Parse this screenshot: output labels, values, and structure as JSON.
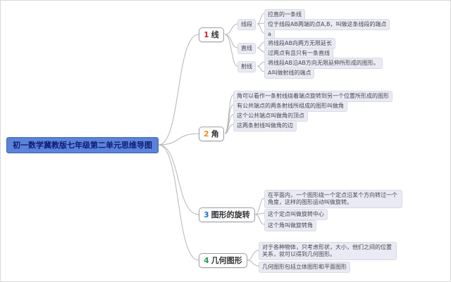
{
  "title": "初一数学冀教版七年级第二单元思维导图",
  "colors": {
    "root_bg": "#5b84d8",
    "root_text": "#101a7a",
    "connector": "#b5b5b5"
  },
  "branches": [
    {
      "number": "1",
      "label": "线",
      "color": "#d8262c",
      "subs": [
        {
          "label": "线段",
          "leaves": [
            "拉直的一条线",
            "位于线段AB两端的点A,B，叫做这条线段的端点",
            "a"
          ]
        },
        {
          "label": "直线",
          "leaves": [
            "将线段AB向两方无限延长",
            "过两点有且只有一条直线"
          ]
        },
        {
          "label": "射线",
          "leaves": [
            "将线段AB沿AB方向无限延伸所形成的图形。",
            "A叫做射线的端点"
          ]
        }
      ]
    },
    {
      "number": "2",
      "label": "角",
      "color": "#f08c1e",
      "leaves": [
        "角可以看作一条射线绕着端点旋转到另一个位置所形成的图形",
        "有公共端点的两条射线所组成的图形叫做角",
        "这个公共端点叫做角的顶点",
        "这两条射线叫做角的边"
      ]
    },
    {
      "number": "3",
      "label": "图形的旋转",
      "color": "#1f6fd0",
      "leaves": [
        "在平面内，一个图形绕一个定点沿某个方向转过一个角度，这样的图形运动叫做旋转。",
        "这个定点叫做旋转中心",
        "这个角叫做旋转角"
      ]
    },
    {
      "number": "4",
      "label": "几何图形",
      "color": "#2e9e4f",
      "leaves": [
        "对于各种物体，只考虑形状，大小，他们之间的位置关系，就可以得到几何图形。",
        "几何图形包括立体图形和平面图形"
      ]
    }
  ]
}
